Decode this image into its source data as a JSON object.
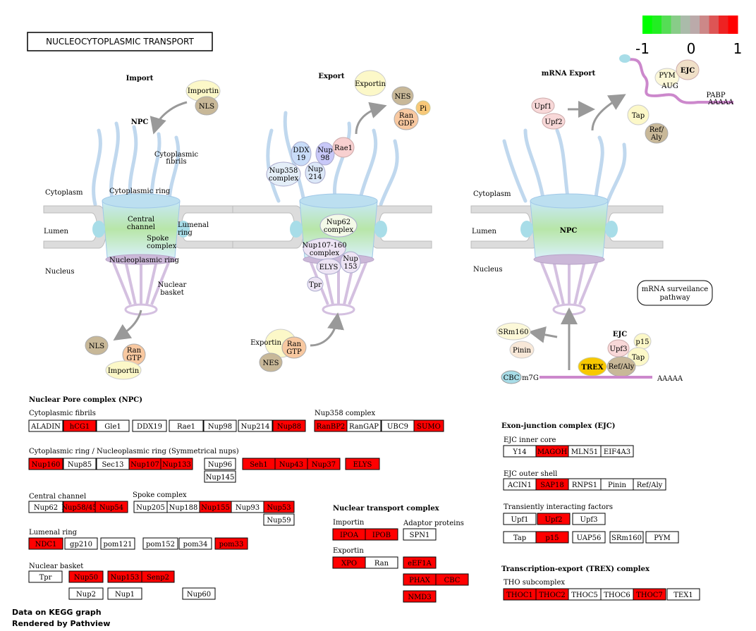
{
  "title": "NUCLEOCYTOPLASMIC TRANSPORT",
  "legend": {
    "ticks": [
      "-1",
      "0",
      "1"
    ],
    "colors": [
      "#00ff00",
      "#22ee22",
      "#55dd55",
      "#88cc88",
      "#aabbaa",
      "#bbaaaa",
      "#cc8888",
      "#dd5555",
      "#ee2222",
      "#ff0000"
    ]
  },
  "colors": {
    "up": "#ff0000",
    "none": "#ffffff"
  },
  "footer": {
    "line1": "Data on KEGG graph",
    "line2": "Rendered by Pathview"
  },
  "diagram": {
    "import_label": "Import",
    "export_label": "Export",
    "mrna_export_label": "mRNA Export",
    "npc_label": "NPC",
    "npc_center_label": "NPC",
    "cytoplasm": "Cytoplasm",
    "lumen": "Lumen",
    "nucleus": "Nucleus",
    "cytoplasm2": "Cytoplasm",
    "lumen2": "Lumen",
    "nucleus2": "Nucleus",
    "cytoplasmic_fibrils": [
      "Cytoplasmic",
      "fibrils"
    ],
    "cytoplasmic_ring": "Cytoplasmic ring",
    "central_channel": [
      "Central",
      "channel"
    ],
    "lumenal_ring": [
      "Lumenal",
      "ring"
    ],
    "spoke_complex": [
      "Spoke",
      "complex"
    ],
    "nucleoplasmic_ring": "Nucleoplasmic ring",
    "nuclear_basket": [
      "Nuclear",
      "basket"
    ],
    "importin": "Importin",
    "nls": "NLS",
    "ran_gtp": [
      "Ran",
      "GTP"
    ],
    "exportin": "Exportin",
    "nes": "NES",
    "ran_gdp": [
      "Ran",
      "GDP"
    ],
    "pi": "Pi",
    "ddx19": [
      "DDX",
      "19"
    ],
    "nup98": [
      "Nup",
      "98"
    ],
    "rae1": "Rae1",
    "nup358": [
      "Nup358",
      "complex"
    ],
    "nup214": [
      "Nup",
      "214"
    ],
    "nup62c": [
      "Nup62",
      "complex"
    ],
    "nup107": [
      "Nup107-160",
      "complex"
    ],
    "elys": "ELYS",
    "nup153": [
      "Nup",
      "153"
    ],
    "tpr": "Tpr",
    "upf1": "Upf1",
    "upf2": "Upf2",
    "pym": "PYM",
    "aug": "AUG",
    "ejc": "EJC",
    "pabp": "PABP",
    "aaaaa": "AAAAA",
    "tap": "Tap",
    "ref_aly": [
      "Ref/",
      "Aly"
    ],
    "surveillance": [
      "mRNA surveilance",
      "pathway"
    ],
    "srm160": "SRm160",
    "pinin": "Pinin",
    "ejc2": "EJC",
    "upf3": "Upf3",
    "p15": "p15",
    "tap2": "Tap",
    "trex": "TREX",
    "ref_aly2": "Ref/Aly",
    "cbc": "CBC",
    "m7g": "m7G",
    "aaaaa2": "AAAAA"
  },
  "sections": {
    "npc_title": "Nuclear Pore complex (NPC)",
    "cyto_fibrils": "Cytoplasmic fibrils",
    "nup358_complex": "Nup358 complex",
    "sym_nups": "Cytoplasmic ring / Nucleoplasmic ring (Symmetrical nups)",
    "central_channel": "Central channel",
    "spoke_complex": "Spoke complex",
    "lumenal_ring": "Lumenal ring",
    "nuclear_basket": "Nuclear basket",
    "ntc_title": "Nuclear transport complex",
    "importin": "Importin",
    "adaptor": "Adaptor proteins",
    "exportin": "Exportin",
    "ejc_title": "Exon-junction complex (EJC)",
    "ejc_inner": "EJC inner core",
    "ejc_outer": "EJC outer shell",
    "transient": "Transiently interacting factors",
    "trex_title": "Transcription-export (TREX) complex",
    "tho": "THO subcomplex"
  },
  "genes": [
    {
      "label": "ALADIN",
      "up": false
    },
    {
      "label": "hCG1",
      "up": true
    },
    {
      "label": "Gle1",
      "up": false
    },
    {
      "label": "DDX19",
      "up": false
    },
    {
      "label": "Rae1",
      "up": false
    },
    {
      "label": "Nup98",
      "up": false
    },
    {
      "label": "Nup214",
      "up": false
    },
    {
      "label": "Nup88",
      "up": true
    },
    {
      "label": "RanBP2",
      "up": true
    },
    {
      "label": "RanGAP",
      "up": false
    },
    {
      "label": "UBC9",
      "up": false
    },
    {
      "label": "SUMO",
      "up": true
    },
    {
      "label": "Nup160",
      "up": true
    },
    {
      "label": "Nup85",
      "up": false
    },
    {
      "label": "Sec13",
      "up": false
    },
    {
      "label": "Nup107",
      "up": true
    },
    {
      "label": "Nup133",
      "up": true
    },
    {
      "label": "Nup96",
      "up": false
    },
    {
      "label": "Nup145",
      "up": false
    },
    {
      "label": "Seh1",
      "up": true
    },
    {
      "label": "Nup43",
      "up": true
    },
    {
      "label": "Nup37",
      "up": true
    },
    {
      "label": "ELYS",
      "up": true
    },
    {
      "label": "Nup62",
      "up": false
    },
    {
      "label": "Nup58/45",
      "up": true
    },
    {
      "label": "Nup54",
      "up": true
    },
    {
      "label": "Nup205",
      "up": false
    },
    {
      "label": "Nup188",
      "up": false
    },
    {
      "label": "Nup155",
      "up": true
    },
    {
      "label": "Nup93",
      "up": false
    },
    {
      "label": "Nup53",
      "up": true
    },
    {
      "label": "Nup59",
      "up": false
    },
    {
      "label": "NDC1",
      "up": true
    },
    {
      "label": "gp210",
      "up": false
    },
    {
      "label": "pom121",
      "up": false
    },
    {
      "label": "pom152",
      "up": false
    },
    {
      "label": "pom34",
      "up": false
    },
    {
      "label": "pom33",
      "up": true
    },
    {
      "label": "Tpr",
      "up": false
    },
    {
      "label": "Nup50",
      "up": true
    },
    {
      "label": "Nup153",
      "up": true
    },
    {
      "label": "Senp2",
      "up": true
    },
    {
      "label": "Nup2",
      "up": false
    },
    {
      "label": "Nup1",
      "up": false
    },
    {
      "label": "Nup60",
      "up": false
    },
    {
      "label": "IPOA",
      "up": true
    },
    {
      "label": "IPOB",
      "up": true
    },
    {
      "label": "SPN1",
      "up": false
    },
    {
      "label": "XPO",
      "up": true
    },
    {
      "label": "Ran",
      "up": false
    },
    {
      "label": "eEF1A",
      "up": true
    },
    {
      "label": "PHAX",
      "up": true
    },
    {
      "label": "CBC",
      "up": true
    },
    {
      "label": "NMD3",
      "up": true
    },
    {
      "label": "Y14",
      "up": false
    },
    {
      "label": "MAGOH",
      "up": true
    },
    {
      "label": "MLN51",
      "up": false
    },
    {
      "label": "EIF4A3",
      "up": false
    },
    {
      "label": "ACIN1",
      "up": false
    },
    {
      "label": "SAP18",
      "up": true
    },
    {
      "label": "RNPS1",
      "up": false
    },
    {
      "label": "Pinin",
      "up": false
    },
    {
      "label": "Ref/Aly",
      "up": false
    },
    {
      "label": "Upf1",
      "up": false
    },
    {
      "label": "Upf2",
      "up": true
    },
    {
      "label": "Upf3",
      "up": false
    },
    {
      "label": "Tap",
      "up": false
    },
    {
      "label": "p15",
      "up": true
    },
    {
      "label": "UAP56",
      "up": false
    },
    {
      "label": "SRm160",
      "up": false
    },
    {
      "label": "PYM",
      "up": false
    },
    {
      "label": "THOC1",
      "up": true
    },
    {
      "label": "THOC2",
      "up": true
    },
    {
      "label": "THOC5",
      "up": false
    },
    {
      "label": "THOC6",
      "up": false
    },
    {
      "label": "THOC7",
      "up": true
    },
    {
      "label": "TEX1",
      "up": false
    }
  ]
}
